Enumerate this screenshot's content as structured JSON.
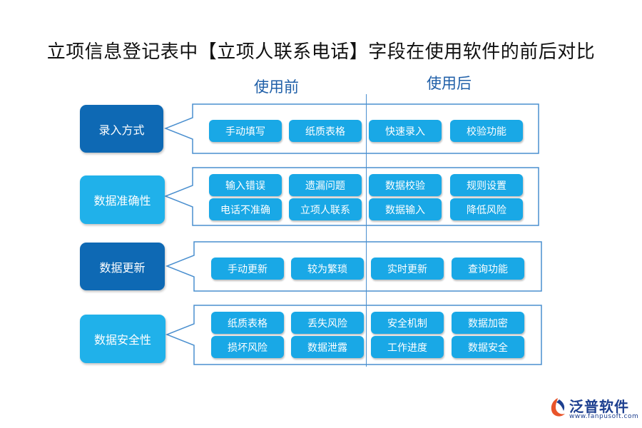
{
  "title": "立项信息登记表中【立项人联系电话】字段在使用软件的前后对比",
  "columns": {
    "before": "使用前",
    "after": "使用后"
  },
  "rows": [
    {
      "category": "录入方式",
      "before": [
        "手动填写",
        "纸质表格"
      ],
      "after": [
        "快速录入",
        "校验功能"
      ]
    },
    {
      "category": "数据准确性",
      "before": [
        "输入错误",
        "遗漏问题",
        "电话不准确",
        "立项人联系"
      ],
      "after": [
        "数据校验",
        "规则设置",
        "数据输入",
        "降低风险"
      ]
    },
    {
      "category": "数据更新",
      "before": [
        "手动更新",
        "较为繁琐"
      ],
      "after": [
        "实时更新",
        "查询功能"
      ]
    },
    {
      "category": "数据安全性",
      "before": [
        "纸质表格",
        "丢失风险",
        "损坏风险",
        "数据泄露"
      ],
      "after": [
        "安全机制",
        "数据加密",
        "工作进度",
        "数据安全"
      ]
    }
  ],
  "logo": {
    "name": "泛普软件",
    "url": "www.fanpusoft.com"
  },
  "colors": {
    "category_dark": "#0e69b4",
    "category_light": "#20b1ea",
    "pill": "#19a8e6",
    "frame": "#4a8fcf"
  }
}
